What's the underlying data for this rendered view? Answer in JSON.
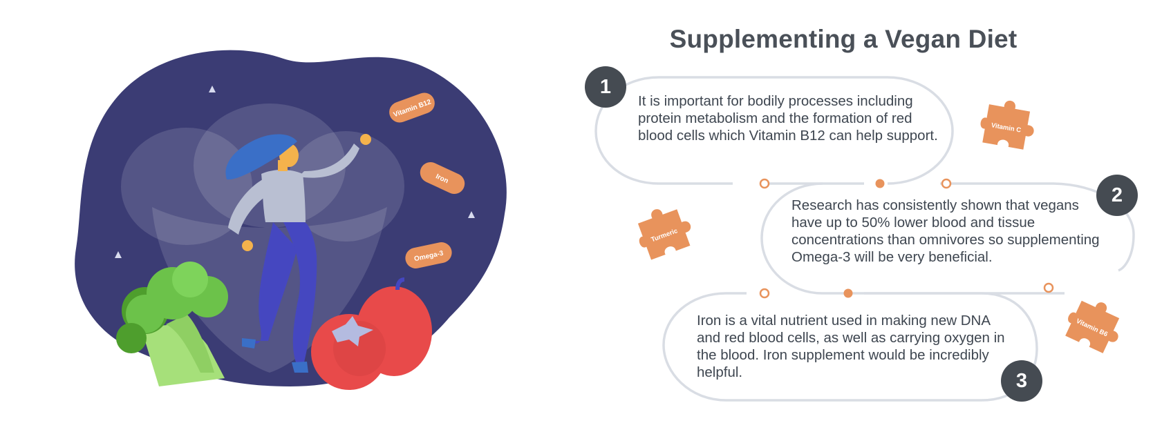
{
  "title": "Supplementing a Vegan Diet",
  "steps": [
    {
      "number": "1",
      "text": "It is important for bodily processes including protein metabolism and the formation of red blood cells which Vitamin B12 can help support."
    },
    {
      "number": "2",
      "text": " Research has consistently shown that vegans have up to 50% lower blood and tissue concentrations than omnivores so supplementing Omega-3 will be very beneficial."
    },
    {
      "number": "3",
      "text": "Iron is a vital nutrient used in making new DNA and red blood cells, as well as carrying oxygen in the blood. Iron supplement would be incredibly helpful."
    }
  ],
  "pills": [
    "Vitamin B12",
    "Iron",
    "Omega-3"
  ],
  "puzzles": [
    "Vitamin C",
    "Turmeric",
    "Vitamin B6"
  ],
  "colors": {
    "blob": "#3b3c74",
    "accent": "#e8935c",
    "badge": "#454b52",
    "outline": "#d9dde4",
    "broccoli": "#6cc24a",
    "tomato": "#e84a4a"
  },
  "icons": [
    "puzzle-piece-icon",
    "capsule-icon"
  ]
}
